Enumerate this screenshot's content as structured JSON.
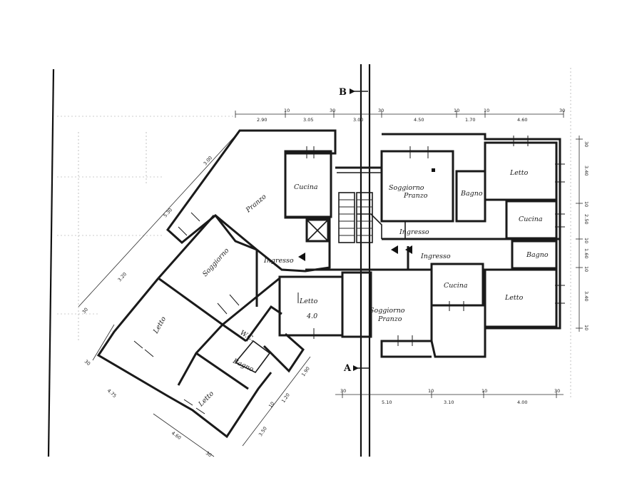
{
  "section_marks": {
    "top": "B",
    "bottom": "A"
  },
  "rooms": {
    "pranzo_left": "Pranzo",
    "cucina_nw": "Cucina",
    "soggiorno_left": "Soggiorno",
    "ingresso_left": "Ingresso",
    "letto_left_big": "Letto",
    "letto_left_center": "Letto",
    "letto_left_center_sub": "4.0",
    "wc": "W.C.",
    "bagno_left": "Bagno",
    "letto_bottom_left": "Letto",
    "soggiorno_ne": "Soggiorno",
    "pranzo_ne": "Pranzo",
    "bagno_ne": "Bagno",
    "letto_ne": "Letto",
    "cucina_ne": "Cucina",
    "ingresso_ne": "Ingresso",
    "ingresso_e": "Ingresso",
    "bagno_e": "Bagno",
    "cucina_e": "Cucina",
    "letto_e": "Letto",
    "soggiorno_se": "Soggiorno",
    "pranzo_se": "Pranzo"
  },
  "dims_top": [
    "2.90",
    "10",
    "3.05",
    "30",
    "3.00",
    "30",
    "4.50",
    "10",
    "1.70",
    "10",
    "4.60",
    "30"
  ],
  "dims_right": [
    "30",
    "3.40",
    "10",
    "2.50",
    "10",
    "1.60",
    "10",
    "3.40",
    "10"
  ],
  "dims_bottom": [
    "30",
    "5.10",
    "10",
    "3.10",
    "10",
    "4.00",
    "30"
  ],
  "dims_left_diag": [
    "3.00",
    "5.30",
    "3.20",
    "30",
    "4.75",
    "30"
  ],
  "dims_bottom_diag": [
    "1.90",
    "1.20",
    "10",
    "3.50",
    "4.60",
    "30"
  ]
}
